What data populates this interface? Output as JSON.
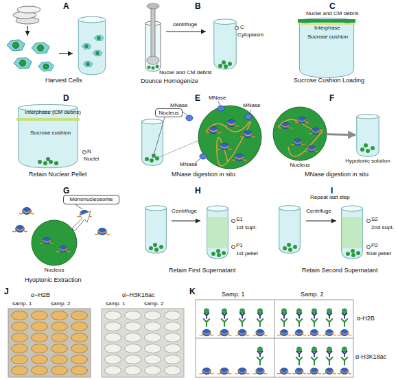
{
  "diagram": {
    "nodes": [
      {
        "text": [
          "Nucleus"
        ]
      },
      {
        "text": [
          "Nucleus"
        ]
      },
      {
        "text": [
          "Hypotonic solution"
        ]
      },
      {
        "text": [
          "Mononucleosome"
        ]
      },
      {
        "text": [
          "Nucleus"
        ]
      }
    ],
    "edges": [
      {
        "from": 1,
        "to": 2,
        "arrow": "to"
      }
    ],
    "labels": [
      "A",
      "Harvest Cells",
      "B",
      "centrifuge",
      "C",
      "Cytoplasm",
      "Nuclei and CM debris",
      "Dounce Homogenize",
      "C",
      "Nuclei and CM debris",
      "Interphase",
      "Sucrose cushion",
      "Sucrose Cushion Loading",
      "D",
      "Interphase (CM debris)",
      "Sucrose cushion",
      "N",
      "Nuclei",
      "Retain Nuclear Pellet",
      "E",
      "MNase",
      "MNase",
      "MNase",
      "MNase",
      "MNase digestion in situ",
      "F",
      "MNase digestion in situ",
      "G",
      "Hyoptonic Extraction",
      "H",
      "Centrifuge",
      "S1",
      "1st supt.",
      "P1",
      "1st pellet",
      "Retain First Supernatant",
      "I",
      "Repeat last step",
      "Centrifuge",
      "S2",
      "2nd supt.",
      "P2",
      "final pellet",
      "Retain Second Supernatant",
      "J",
      "α−H2B",
      "α−H3K18ac",
      "samp. 1",
      "samp. 2",
      "samp. 1",
      "samp. 2",
      "K",
      "Samp. 1",
      "Samp. 2",
      "α-H2B",
      "α-H3K18ac"
    ]
  }
}
